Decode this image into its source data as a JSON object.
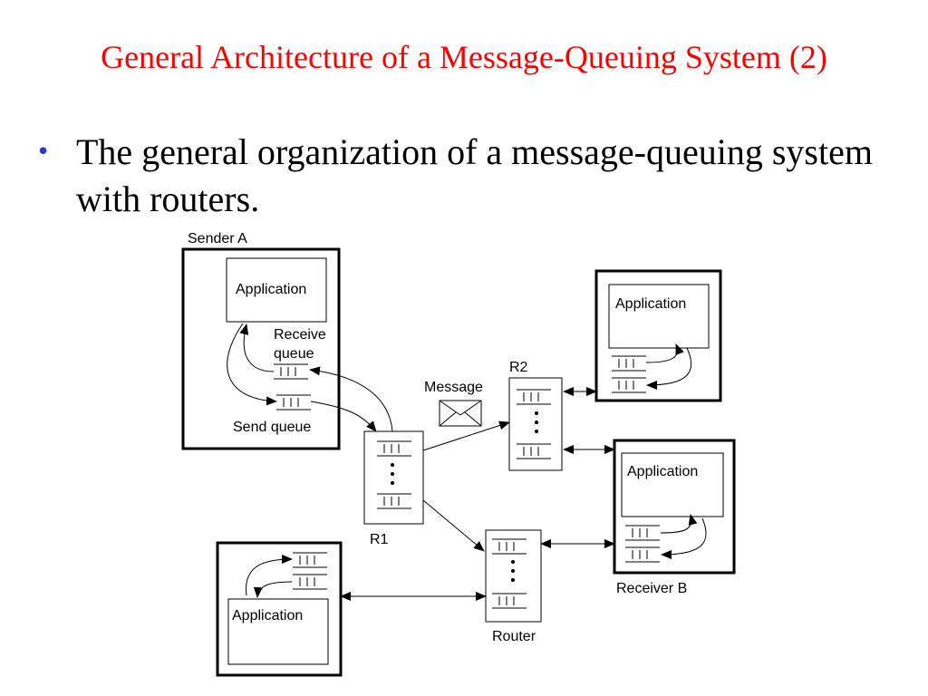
{
  "title": "General Architecture of a Message-Queuing System (2)",
  "bullet": {
    "text": "The general organization of a message-queuing system with routers."
  },
  "diagram": {
    "sender_a_label": "Sender A",
    "application_label": "Application",
    "receive_queue_line1": "Receive",
    "receive_queue_line2": "queue",
    "send_queue_label": "Send queue",
    "message_label": "Message",
    "r1_label": "R1",
    "r2_label": "R2",
    "router_label": "Router",
    "receiver_b_label": "Receiver B"
  },
  "colors": {
    "title": "#ff0000",
    "bullet": "#3333cc"
  }
}
